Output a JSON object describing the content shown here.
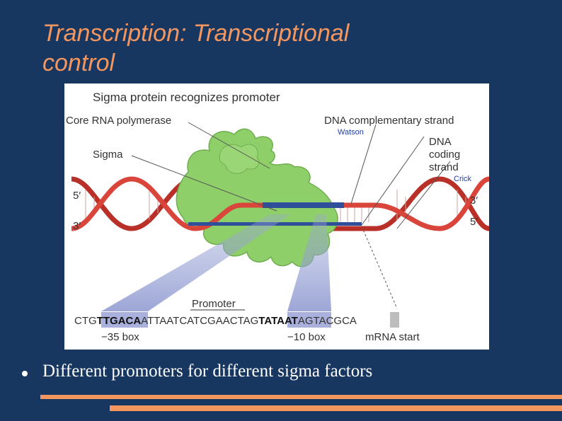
{
  "slide": {
    "title_line1": "Transcription: Transcriptional",
    "title_line2": "control",
    "bullet": "Different promoters for different sigma factors"
  },
  "figure": {
    "heading": "Sigma protein recognizes promoter",
    "labels": {
      "core_polymerase": "Core RNA polymerase",
      "sigma": "Sigma",
      "complementary_strand": "DNA complementary strand",
      "watson": "Watson",
      "coding_strand_1": "DNA",
      "coding_strand_2": "coding",
      "coding_strand_3": "strand",
      "crick": "Crick",
      "five_prime_left": "5′",
      "three_prime_left": "3′",
      "three_prime_right": "3′",
      "five_prime_right": "5′",
      "promoter": "Promoter"
    },
    "sequence": {
      "seg1": "CTG",
      "box35": "TTGACA",
      "seg2": "ATTAATCATCGAACTAG",
      "box10": "TATAAT",
      "seg3": "AGTACGCA",
      "start": "",
      "label_35": "−35 box",
      "label_10": "−10 box",
      "label_start": "mRNA start"
    }
  },
  "colors": {
    "background": "#173660",
    "accent": "#f39660",
    "strand_red": "#d9453a",
    "polymerase_green": "#8fcf6a",
    "promoter_blue": "#2f4f9a"
  }
}
